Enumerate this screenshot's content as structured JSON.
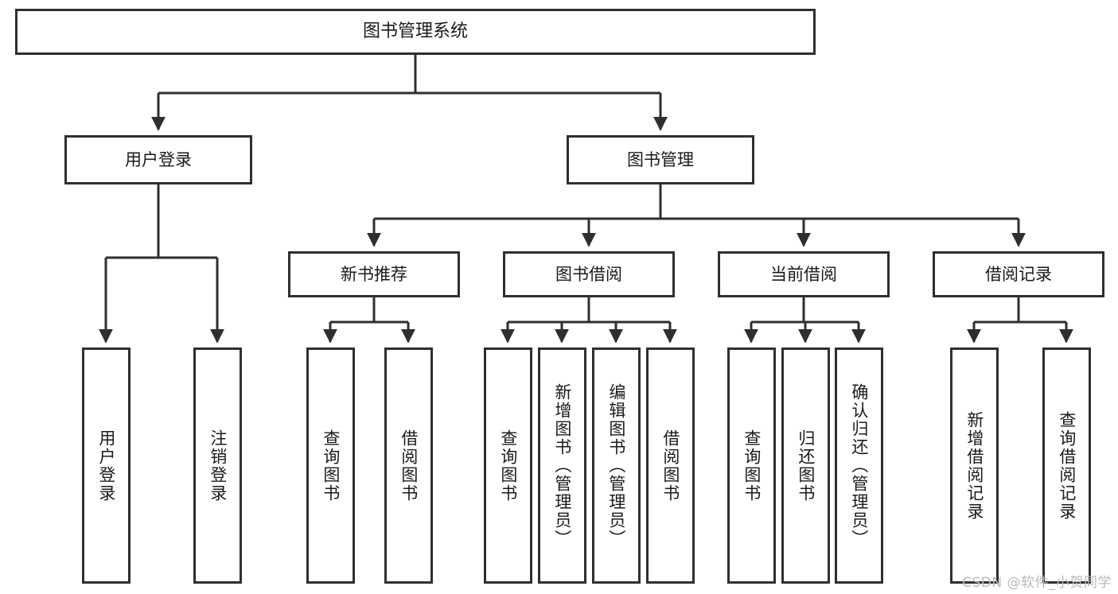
{
  "diagram": {
    "title": "图书管理系统",
    "type": "tree-hierarchy-diagram",
    "colors": {
      "box_border": "#2f2f2f",
      "box_fill": "#ffffff",
      "connector": "#2f2f2f",
      "text": "#1a1a1a",
      "watermark": "#b9b9b9",
      "background": "#ffffff"
    },
    "root": {
      "label": "图书管理系统"
    },
    "level2": [
      {
        "label": "用户登录"
      },
      {
        "label": "图书管理"
      }
    ],
    "level3": [
      {
        "label": "新书推荐"
      },
      {
        "label": "图书借阅"
      },
      {
        "label": "当前借阅"
      },
      {
        "label": "借阅记录"
      }
    ],
    "leaves": {
      "user_login": [
        {
          "label": "用户登录"
        },
        {
          "label": "注销登录"
        }
      ],
      "new_book": [
        {
          "label": "查询图书"
        },
        {
          "label": "借阅图书"
        }
      ],
      "book_borrow": [
        {
          "label": "查询图书"
        },
        {
          "label": "新增图书（管理员）"
        },
        {
          "label": "编辑图书（管理员）"
        },
        {
          "label": "借阅图书"
        }
      ],
      "current_borrow": [
        {
          "label": "查询图书"
        },
        {
          "label": "归还图书"
        },
        {
          "label": "确认归还（管理员）"
        }
      ],
      "borrow_record": [
        {
          "label": "新增借阅记录"
        },
        {
          "label": "查询借阅记录"
        }
      ]
    }
  },
  "watermark": {
    "text": "CSDN @软件_小贺同学"
  }
}
